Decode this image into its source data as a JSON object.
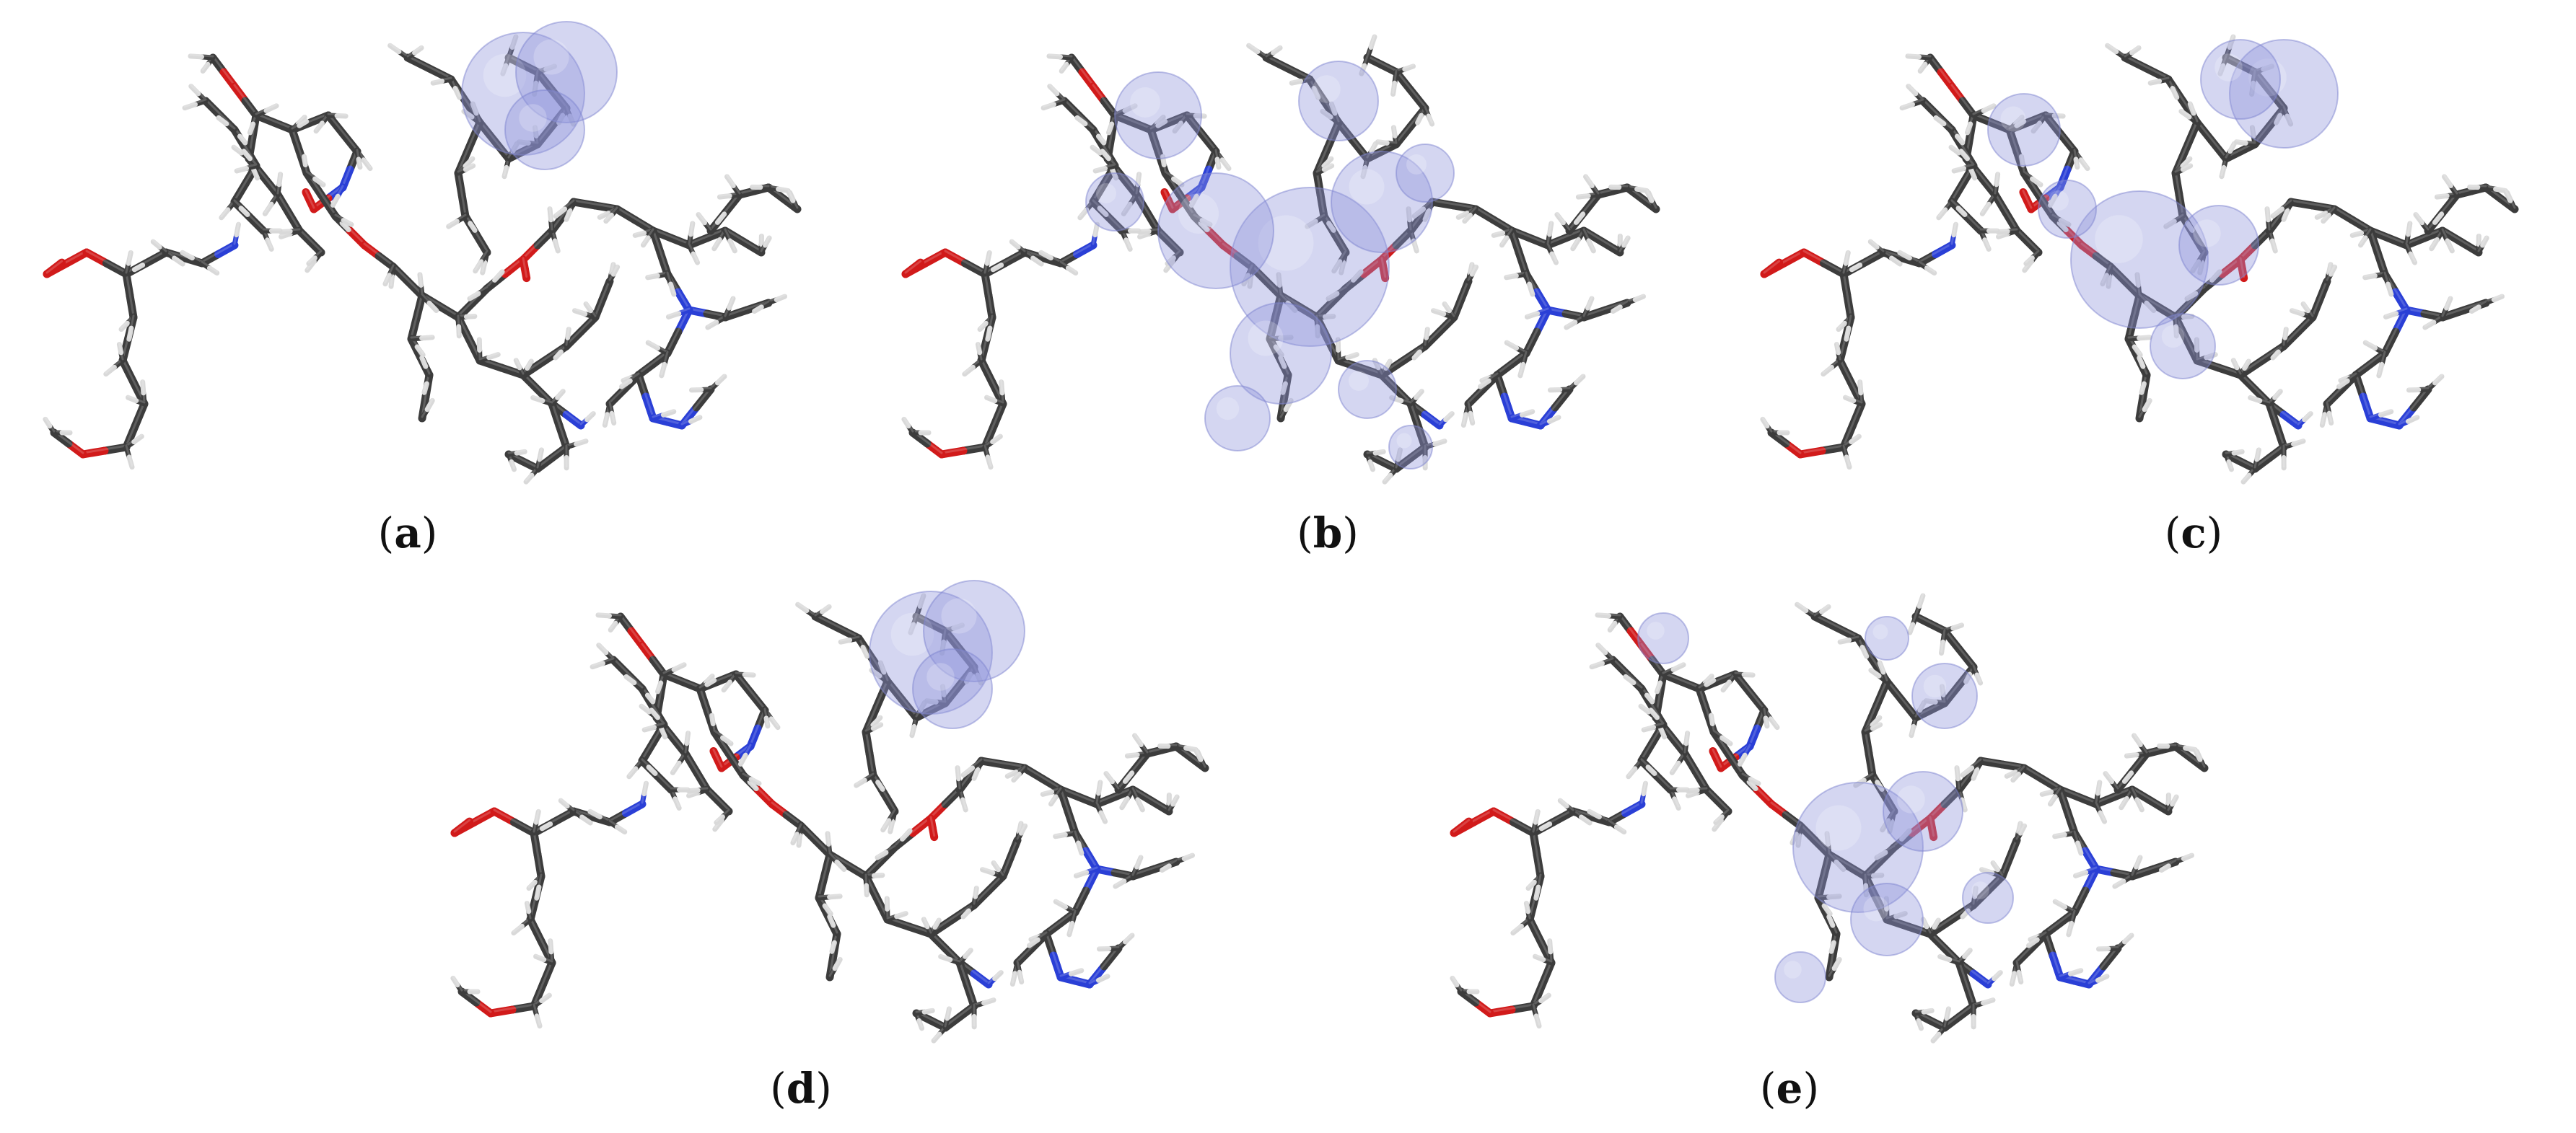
{
  "figure": {
    "background": "#ffffff",
    "colors": {
      "carbon": "#3c3c3c",
      "carbon_highlight": "#8a8a8a",
      "hydrogen": "#d9d9d9",
      "oxygen": "#d11a1a",
      "nitrogen": "#2a3fd6",
      "isosurface": "#8f93d9"
    },
    "panels": [
      {
        "id": "a",
        "caption_open": "(",
        "caption_letter": "a",
        "caption_close": ")",
        "isosurface_region": "top-right"
      },
      {
        "id": "b",
        "caption_open": "(",
        "caption_letter": "b",
        "caption_close": ")",
        "isosurface_region": "center-spread"
      },
      {
        "id": "c",
        "caption_open": "(",
        "caption_letter": "c",
        "caption_close": ")",
        "isosurface_region": "center-and-top"
      },
      {
        "id": "d",
        "caption_open": "(",
        "caption_letter": "d",
        "caption_close": ")",
        "isosurface_region": "top-right"
      },
      {
        "id": "e",
        "caption_open": "(",
        "caption_letter": "e",
        "caption_close": ")",
        "isosurface_region": "center"
      }
    ]
  }
}
